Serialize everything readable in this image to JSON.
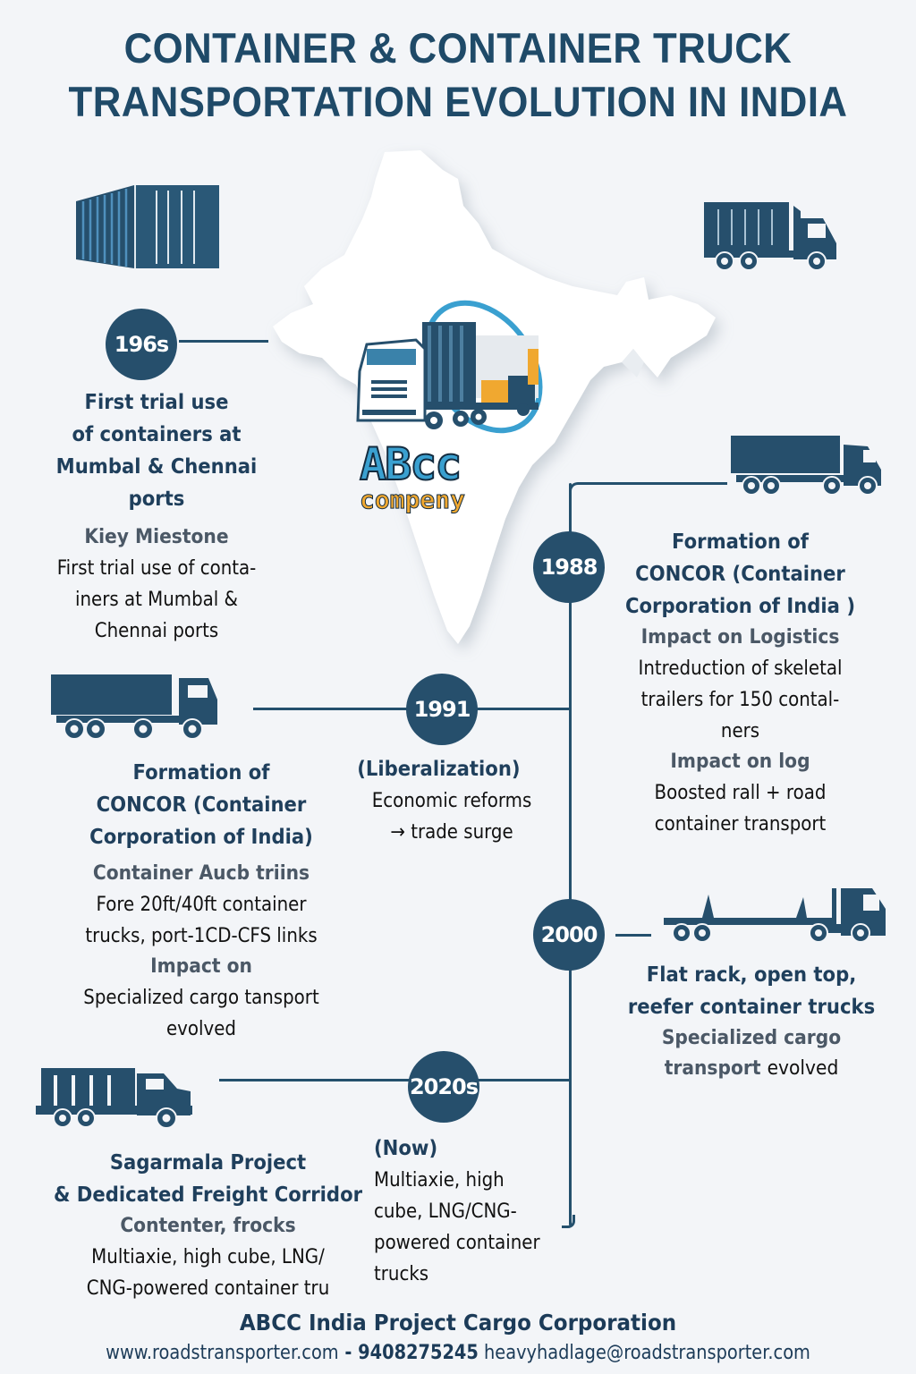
{
  "title": {
    "line1": "CONTAINER & CONTAINER TRUCK",
    "line2": "TRANSPORTATION EVOLUTION IN INDIA"
  },
  "logo": {
    "brand": "ABcc",
    "sub": "compeny"
  },
  "colors": {
    "navy": "#264f6c",
    "accent_blue": "#3aa0d0",
    "accent_orange": "#f0a830",
    "background": "#f3f5f8"
  },
  "icons": {
    "container": "shipping-container-icon",
    "box_truck_top_right": "box-truck-icon",
    "box_truck_1988": "box-truck-icon",
    "box_truck_1991": "box-truck-icon",
    "flatbed_truck_2000": "flatbed-trailer-truck-icon",
    "cargo_truck_2020s": "cargo-truck-icon"
  },
  "milestones": [
    {
      "year": "196s",
      "heading": [
        "First trial use",
        "of containers at",
        "Mumbal & Chennai",
        "ports"
      ],
      "subheading": "Kiey Miestone",
      "body": [
        "First trial use of conta-",
        "iners at Mumbal &",
        "Chennai ports"
      ]
    },
    {
      "year": "1988",
      "heading": [
        "Formation of",
        "CONCOR (Container",
        "Corporation of India )"
      ],
      "subheading": "Impact on Logistics",
      "body": [
        "Intreduction of skeletal",
        "trailers for 150 contal-",
        "ners"
      ],
      "subheading2": "Impact on log",
      "body2": [
        "Boosted rall + road",
        "container transport"
      ]
    },
    {
      "year": "1991",
      "heading": [
        "(Liberalization)"
      ],
      "body": [
        "Economic reforms",
        "→ trade surge"
      ]
    },
    {
      "year_ref": "1991-left",
      "heading": [
        "Formation of",
        "CONCOR (Container",
        "Corporation of India)"
      ],
      "subheading": "Container Aucb triins",
      "body": [
        "Fore 20ft/40ft container",
        "trucks, port-1CD-CFS links"
      ],
      "subheading2": "Impact on",
      "body2": [
        "Specialized cargo tansport",
        "evolved"
      ]
    },
    {
      "year": "2000",
      "heading": [
        "Flat rack, open top,",
        "reefer container trucks"
      ],
      "subheading": [
        "Specialized cargo",
        "transport"
      ],
      "body_inline": "evolved"
    },
    {
      "year": "2020s",
      "heading": [
        "(Now)"
      ],
      "body": [
        "Multiaxie, high",
        "cube, LNG/CNG-",
        "powered container",
        "trucks"
      ]
    },
    {
      "year_ref": "2020s-left",
      "heading": [
        "Sagarmala Project",
        "& Dedicated Freight Corridor"
      ],
      "subheading": "Contenter, frocks",
      "body": [
        "Multiaxie, high cube, LNG/",
        "CNG-powered container tru"
      ]
    }
  ],
  "footer": {
    "company": "ABCC India Project Cargo Corporation",
    "website": "www.roadstransporter.com",
    "separator": " - ",
    "phone": "9408275245",
    "email": "heavyhadlage@roadstransporter.com"
  }
}
